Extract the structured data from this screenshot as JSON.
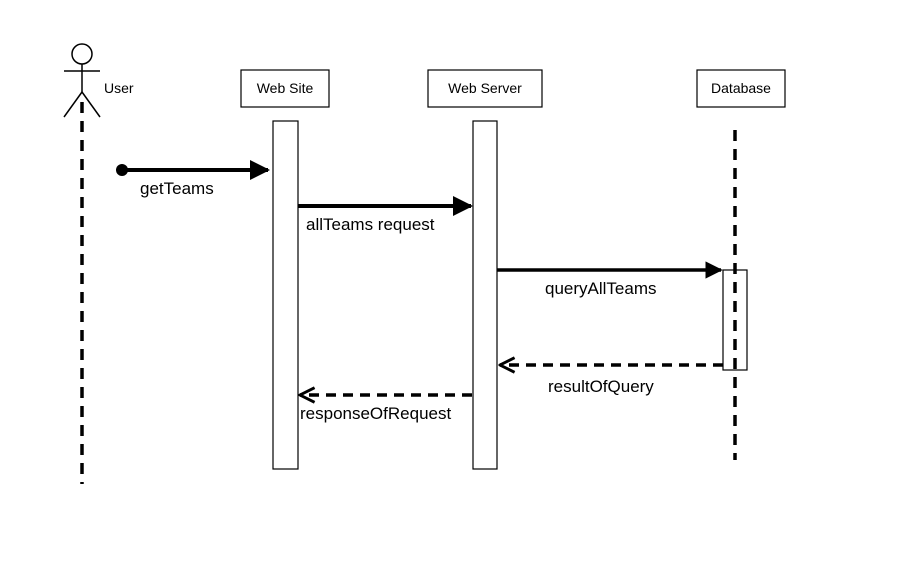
{
  "diagram": {
    "type": "sequence",
    "participants": [
      {
        "id": "user",
        "kind": "actor",
        "label": "User"
      },
      {
        "id": "website",
        "kind": "object",
        "label": "Web Site"
      },
      {
        "id": "webserver",
        "kind": "object",
        "label": "Web Server"
      },
      {
        "id": "database",
        "kind": "object",
        "label": "Database"
      }
    ],
    "messages": [
      {
        "id": "get-teams",
        "label": "getTeams",
        "from": "user",
        "to": "website",
        "style": "found",
        "order": 1
      },
      {
        "id": "all-teams-request",
        "label": "allTeams request",
        "from": "website",
        "to": "webserver",
        "style": "sync",
        "order": 2
      },
      {
        "id": "query-all-teams",
        "label": "queryAllTeams",
        "from": "webserver",
        "to": "database",
        "style": "sync",
        "order": 3
      },
      {
        "id": "result-of-query",
        "label": "resultOfQuery",
        "from": "database",
        "to": "webserver",
        "style": "reply",
        "order": 4
      },
      {
        "id": "response-of-request",
        "label": "responseOfRequest",
        "from": "webserver",
        "to": "website",
        "style": "reply",
        "order": 5
      }
    ],
    "colors": {
      "line": "#000000",
      "background": "#ffffff"
    }
  }
}
